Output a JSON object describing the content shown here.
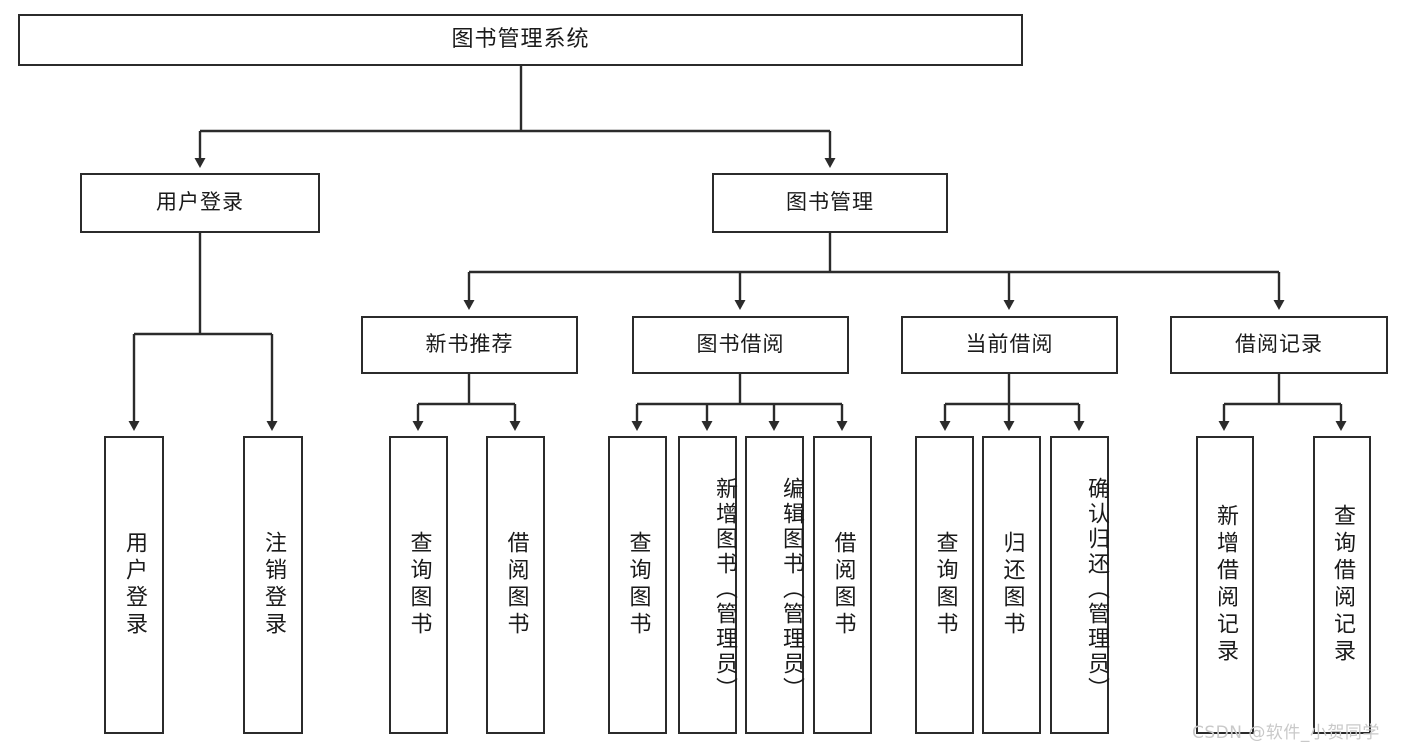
{
  "diagram": {
    "type": "tree-hierarchy",
    "title": "图书管理系统",
    "stroke_color": "#2b2b2b",
    "text_color": "#1a1a1a",
    "background_color": "#ffffff"
  },
  "nodes": {
    "root": {
      "label": "图书管理系统",
      "level": 1
    },
    "level2": [
      {
        "id": "user-login",
        "label": "用户登录"
      },
      {
        "id": "book-manage",
        "label": "图书管理"
      }
    ],
    "level3": [
      {
        "id": "new-book-recommend",
        "label": "新书推荐"
      },
      {
        "id": "book-borrow",
        "label": "图书借阅"
      },
      {
        "id": "current-borrow",
        "label": "当前借阅"
      },
      {
        "id": "borrow-record",
        "label": "借阅记录"
      }
    ],
    "leaves": {
      "user_login": [
        {
          "id": "leaf-user-login",
          "label": "用户登录"
        },
        {
          "id": "leaf-logout",
          "label": "注销登录"
        }
      ],
      "new_book_recommend": [
        {
          "id": "leaf-query-book-1",
          "label": "查询图书"
        },
        {
          "id": "leaf-borrow-book-1",
          "label": "借阅图书"
        }
      ],
      "book_borrow": [
        {
          "id": "leaf-query-book-2",
          "label": "查询图书"
        },
        {
          "id": "leaf-add-book",
          "label": "新增图书（管理员）"
        },
        {
          "id": "leaf-edit-book",
          "label": "编辑图书（管理员）"
        },
        {
          "id": "leaf-borrow-book-2",
          "label": "借阅图书"
        }
      ],
      "current_borrow": [
        {
          "id": "leaf-query-book-3",
          "label": "查询图书"
        },
        {
          "id": "leaf-return-book",
          "label": "归还图书"
        },
        {
          "id": "leaf-confirm-return",
          "label": "确认归还（管理员）"
        }
      ],
      "borrow_record": [
        {
          "id": "leaf-add-record",
          "label": "新增借阅记录"
        },
        {
          "id": "leaf-query-record",
          "label": "查询借阅记录"
        }
      ]
    }
  },
  "watermark": {
    "text": "CSDN @软件_小贺同学"
  }
}
